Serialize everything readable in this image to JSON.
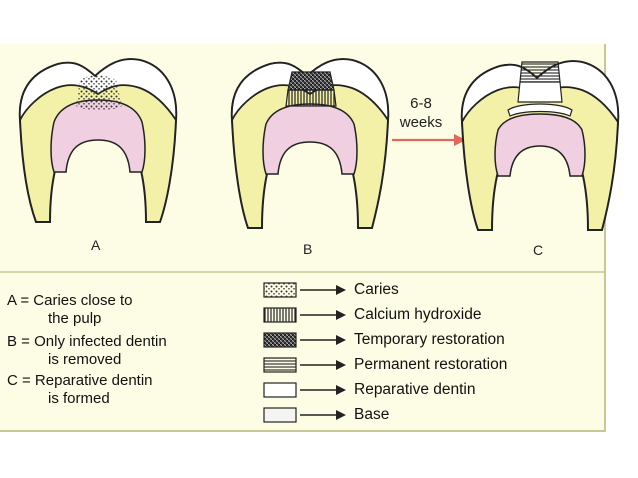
{
  "teeth": [
    {
      "label": "A"
    },
    {
      "label": "B"
    },
    {
      "label": "C"
    }
  ],
  "arrow": {
    "label_line1": "6-8",
    "label_line2": "weeks"
  },
  "descriptions": {
    "a_line1": "A = Caries close to",
    "a_line2": "the pulp",
    "b_line1": "B = Only infected dentin",
    "b_line2": "is removed",
    "c_line1": "C = Reparative dentin",
    "c_line2": "is formed"
  },
  "legend": [
    {
      "label": "Caries",
      "pattern": "dotted"
    },
    {
      "label": "Calcium hydroxide",
      "pattern": "vertical-lines"
    },
    {
      "label": "Temporary restoration",
      "pattern": "crosshatch"
    },
    {
      "label": "Permanent restoration",
      "pattern": "horizontal-lines"
    },
    {
      "label": "Reparative dentin",
      "pattern": "blank"
    },
    {
      "label": "Base",
      "pattern": "blank"
    }
  ],
  "colors": {
    "panel": "#fdfde6",
    "dentin": "#f3f0a8",
    "pulp": "#f0cfe0",
    "enamel": "#ffffff",
    "arrow": "#e06a5a"
  }
}
